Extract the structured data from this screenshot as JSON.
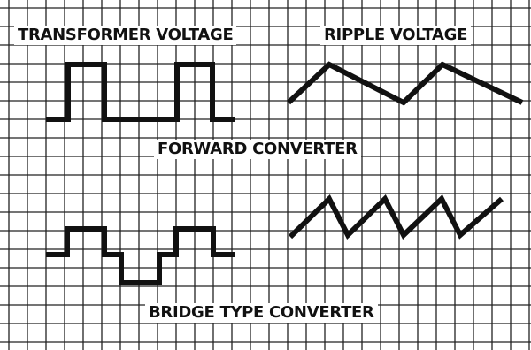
{
  "labels": {
    "transformer_voltage": "TRANSFORMER VOLTAGE",
    "ripple_voltage": "RIPPLE VOLTAGE",
    "forward_converter": "FORWARD CONVERTER",
    "bridge_type_converter": "BRIDGE TYPE CONVERTER"
  },
  "colors": {
    "background": "#ffffff",
    "grid": "#222222",
    "trace": "#111111"
  }
}
